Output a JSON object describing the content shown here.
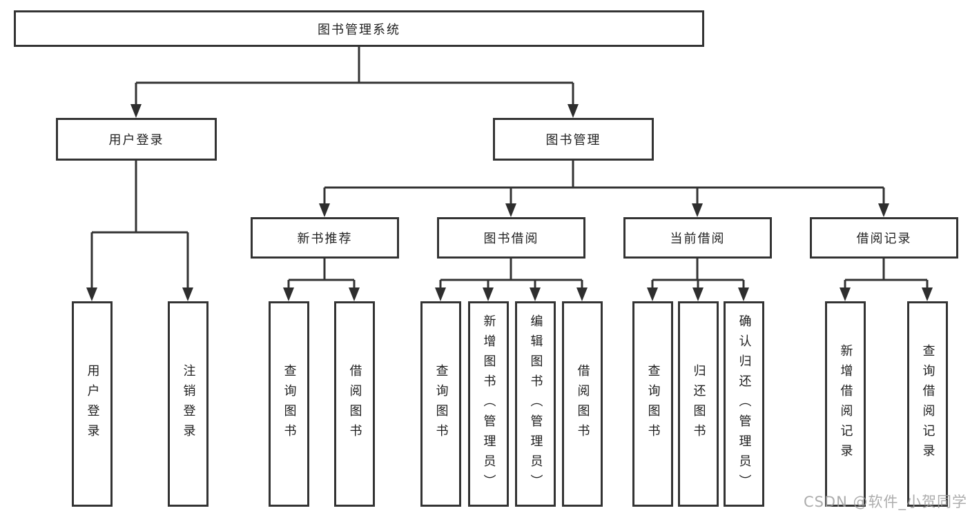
{
  "title": {
    "label": "图书管理系统"
  },
  "branches": {
    "user_login": {
      "label": "用户登录"
    },
    "book_management": {
      "label": "图书管理"
    }
  },
  "modules": [
    {
      "label": "新书推荐"
    },
    {
      "label": "图书借阅"
    },
    {
      "label": "当前借阅"
    },
    {
      "label": "借阅记录"
    }
  ],
  "leaves": [
    {
      "label": "用户登录"
    },
    {
      "label": "注销登录"
    },
    {
      "label": "查询图书"
    },
    {
      "label": "借阅图书"
    },
    {
      "label": "查询图书"
    },
    {
      "label": "新增图书（管理员）"
    },
    {
      "label": "编辑图书（管理员）"
    },
    {
      "label": "借阅图书"
    },
    {
      "label": "查询图书"
    },
    {
      "label": "归还图书"
    },
    {
      "label": "确认归还（管理员）"
    },
    {
      "label": "新增借阅记录"
    },
    {
      "label": "查询借阅记录"
    }
  ],
  "watermark": "CSDN @软件_小贺同学",
  "colors": {
    "line": "#333333",
    "box_border": "#333333",
    "text": "#1f1f1f",
    "watermark": "#9e9e9e",
    "background": "#ffffff"
  }
}
